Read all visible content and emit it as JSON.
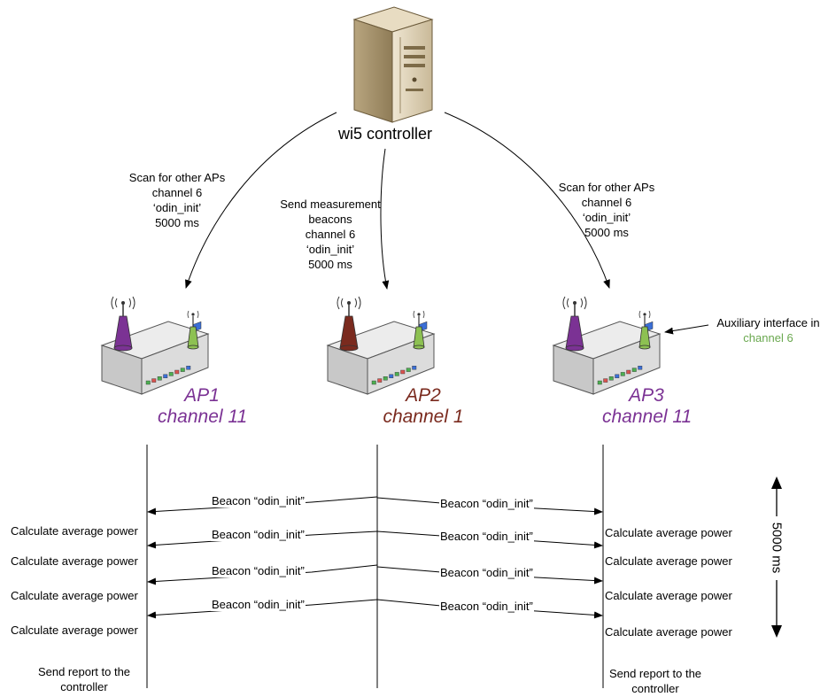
{
  "controller": {
    "label": "wi5 controller"
  },
  "instructions": {
    "left": [
      "Scan for other APs",
      "channel 6",
      "‘odin_init’",
      "5000 ms"
    ],
    "middle": [
      "Send measurement",
      "beacons",
      "channel 6",
      "‘odin_init’",
      "5000 ms"
    ],
    "right": [
      "Scan for other APs",
      "channel 6",
      "‘odin_init’",
      "5000 ms"
    ]
  },
  "aps": [
    {
      "name": "AP1",
      "channel": "channel 11",
      "color": "#7b3294",
      "antenna_color": "#7b3294"
    },
    {
      "name": "AP2",
      "channel": "channel 1",
      "color": "#7a2a1e",
      "antenna_color": "#7a2a1e"
    },
    {
      "name": "AP3",
      "channel": "channel 11",
      "color": "#7b3294",
      "antenna_color": "#7b3294"
    }
  ],
  "auxiliary": {
    "line1": "Auxiliary interface in",
    "line2": "channel 6",
    "line2_color": "#6aa84f"
  },
  "beacon_label": "Beacon “odin_init”",
  "calc_label": "Calculate average power",
  "report": {
    "line1": "Send report to the",
    "line2": "controller"
  },
  "duration_label": "5000 ms",
  "colors": {
    "aux_antenna": "#8dc152",
    "led_blue": "#3b6fd6",
    "led_green": "#4caf50",
    "led_red": "#d9534f"
  }
}
